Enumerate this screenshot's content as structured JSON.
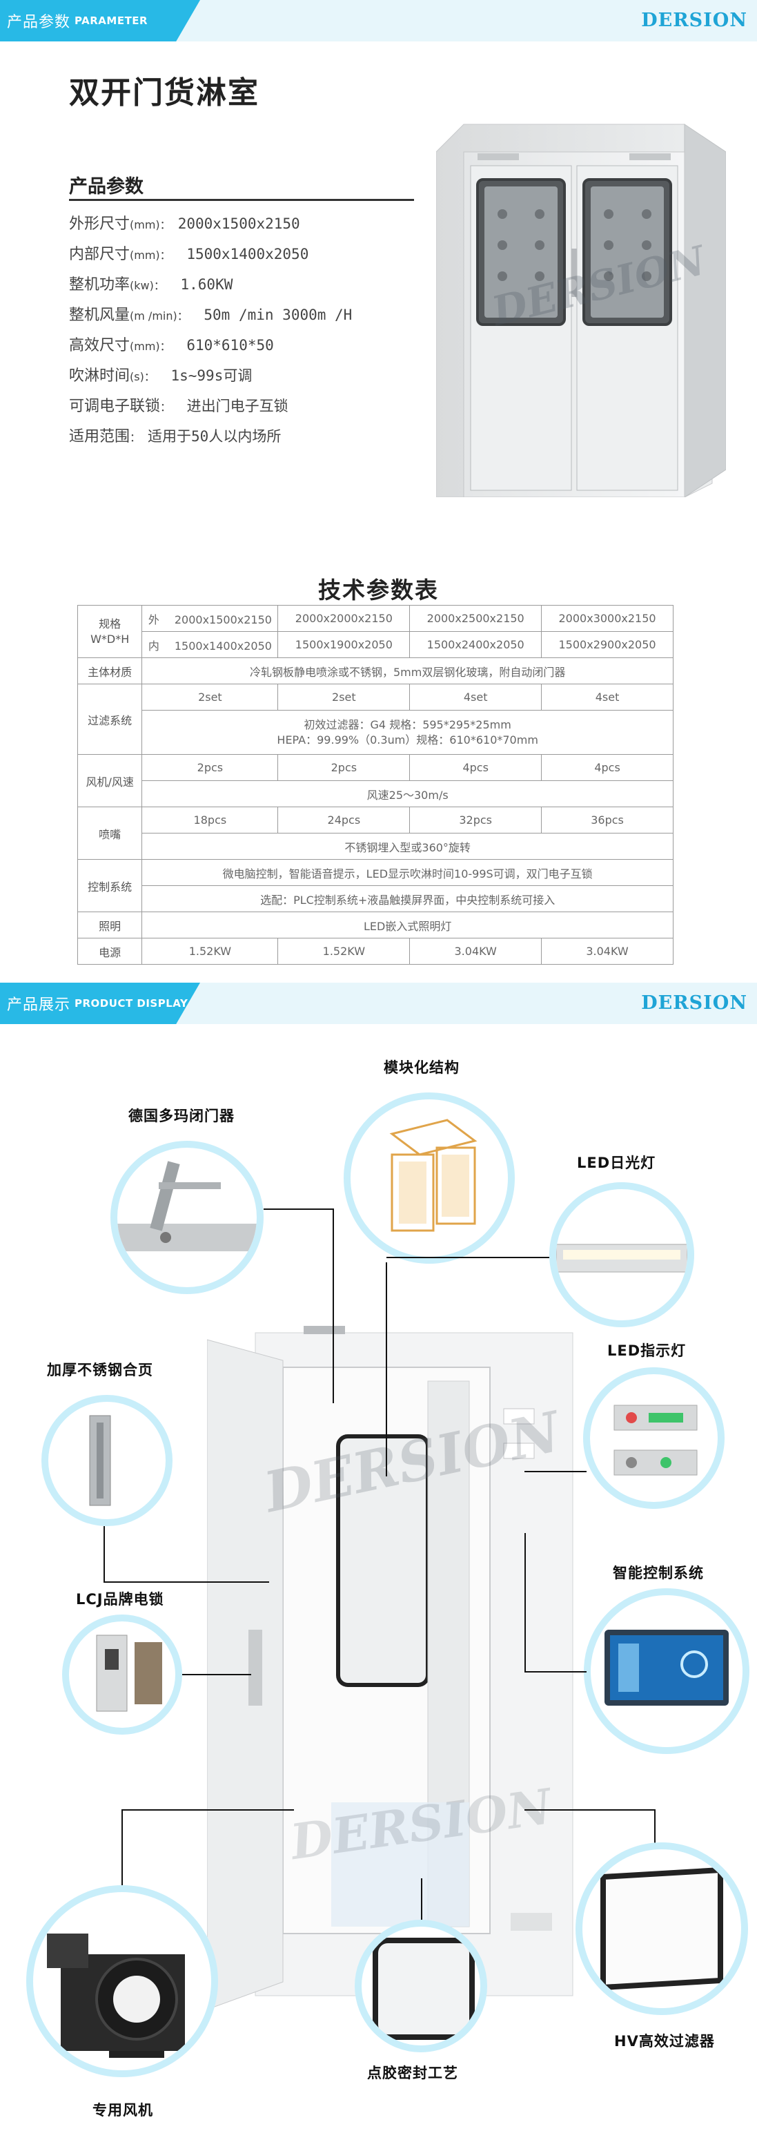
{
  "section1": {
    "cn": "产品参数",
    "en": "PARAMETER",
    "brand": "DERSION"
  },
  "product_title": "双开门货淋室",
  "param_heading": "产品参数",
  "params": [
    {
      "label": "外形尺寸",
      "unit": "(mm)：",
      "value": "2000x1500x2150"
    },
    {
      "label": "内部尺寸",
      "unit": "(mm)：",
      "value": "  1500x1400x2050"
    },
    {
      "label": "整机功率",
      "unit": "(kw)：",
      "value": "   1.60KW"
    },
    {
      "label": "整机风量",
      "unit": "(m  /min)：",
      "value": "   50m  /min 3000m  /H"
    },
    {
      "label": "高效尺寸",
      "unit": "(mm)：",
      "value": "  610*610*50"
    },
    {
      "label": "吹淋时间",
      "unit": "(s)：",
      "value": "  1s~99s可调"
    },
    {
      "label": "可调电子联锁",
      "unit": "：",
      "value": "  进出门电子互锁"
    },
    {
      "label": "适用范围",
      "unit": "：",
      "value": "适用于50人以内场所"
    }
  ],
  "watermark": "DERSION",
  "table": {
    "title": "技术参数表",
    "spec_label_1": "规格",
    "spec_label_2": "W*D*H",
    "outer_label": "外",
    "inner_label": "内",
    "outer_sizes": [
      "2000x1500x2150",
      "2000x2000x2150",
      "2000x2500x2150",
      "2000x3000x2150"
    ],
    "inner_sizes": [
      "1500x1400x2050",
      "1500x1900x2050",
      "1500x2400x2050",
      "1500x2900x2050"
    ],
    "material_label": "主体材质",
    "material": "冷轧钢板静电喷涂或不锈钢，5mm双层钢化玻璃，附自动闭门器",
    "filter_label": "过滤系统",
    "filter_sets": [
      "2set",
      "2set",
      "4set",
      "4set"
    ],
    "filter_line1": "初效过滤器：G4     规格：595*295*25mm",
    "filter_line2": "HEPA：99.99%（0.3um）规格：610*610*70mm",
    "fan_label": "风机/风速",
    "fan_counts": [
      "2pcs",
      "2pcs",
      "4pcs",
      "4pcs"
    ],
    "fan_speed": "风速25～30m/s",
    "nozzle_label": "喷嘴",
    "nozzle_counts": [
      "18pcs",
      "24pcs",
      "32pcs",
      "36pcs"
    ],
    "nozzle_desc": "不锈钢埋入型或360°旋转",
    "control_label": "控制系统",
    "control_line1": "微电脑控制，智能语音提示，LED显示吹淋时间10-99S可调，双门电子互锁",
    "control_line2": "选配：PLC控制系统+液晶触摸屏界面，中央控制系统可接入",
    "light_label": "照明",
    "light": "LED嵌入式照明灯",
    "power_label": "电源",
    "power": [
      "1.52KW",
      "1.52KW",
      "3.04KW",
      "3.04KW"
    ]
  },
  "section2": {
    "cn": "产品展示",
    "en": "PRODUCT DISPLAY",
    "brand": "DERSION"
  },
  "features": {
    "modular": "模块化结构",
    "closer": "德国多玛闭门器",
    "led_light": "LED日光灯",
    "hinge": "加厚不锈钢合页",
    "led_indicator": "LED指示灯",
    "smart_control": "智能控制系统",
    "lock": "LCJ品牌电锁",
    "fan": "专用风机",
    "sealing": "点胶密封工艺",
    "hepa": "HV高效过滤器"
  }
}
